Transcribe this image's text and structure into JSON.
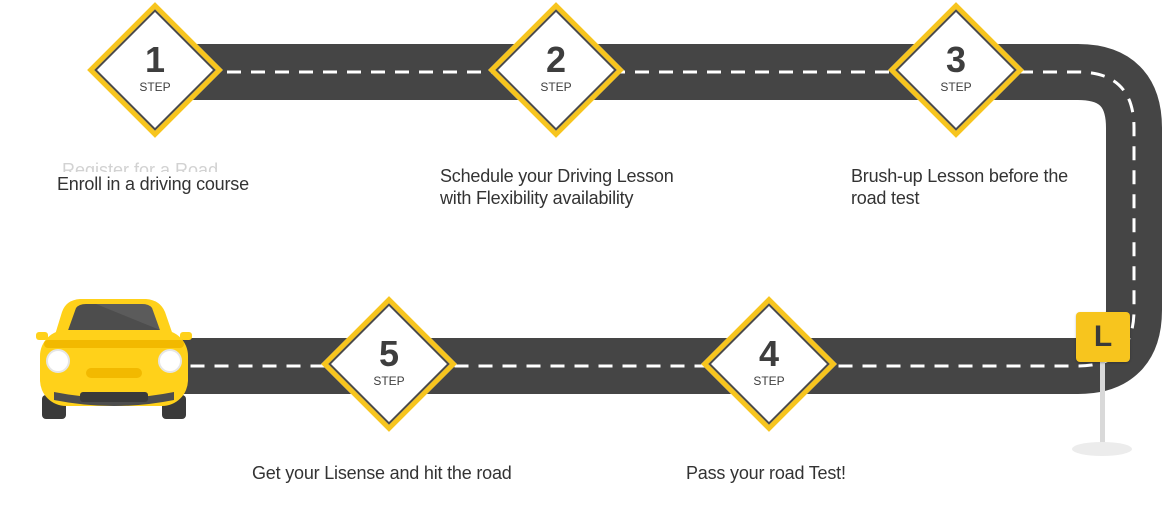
{
  "steps": [
    {
      "number": "1",
      "word": "STEP",
      "caption": "Enroll in a driving course"
    },
    {
      "number": "2",
      "word": "STEP",
      "caption": "Schedule your Driving Lesson with Flexibility availability"
    },
    {
      "number": "3",
      "word": "STEP",
      "caption": "Brush-up Lesson before the road test"
    },
    {
      "number": "4",
      "word": "STEP",
      "caption": "Pass your road Test!"
    },
    {
      "number": "5",
      "word": "STEP",
      "caption": "Get your Lisense and hit the road"
    }
  ],
  "ghost_text": "Register for a Road",
  "sign": {
    "letter": "L"
  },
  "colors": {
    "road": "#454545",
    "lane": "#ffffff",
    "accent": "#f7c51e",
    "car_body": "#ffd11a",
    "car_glass": "#4d4d4d",
    "text": "#333333"
  }
}
